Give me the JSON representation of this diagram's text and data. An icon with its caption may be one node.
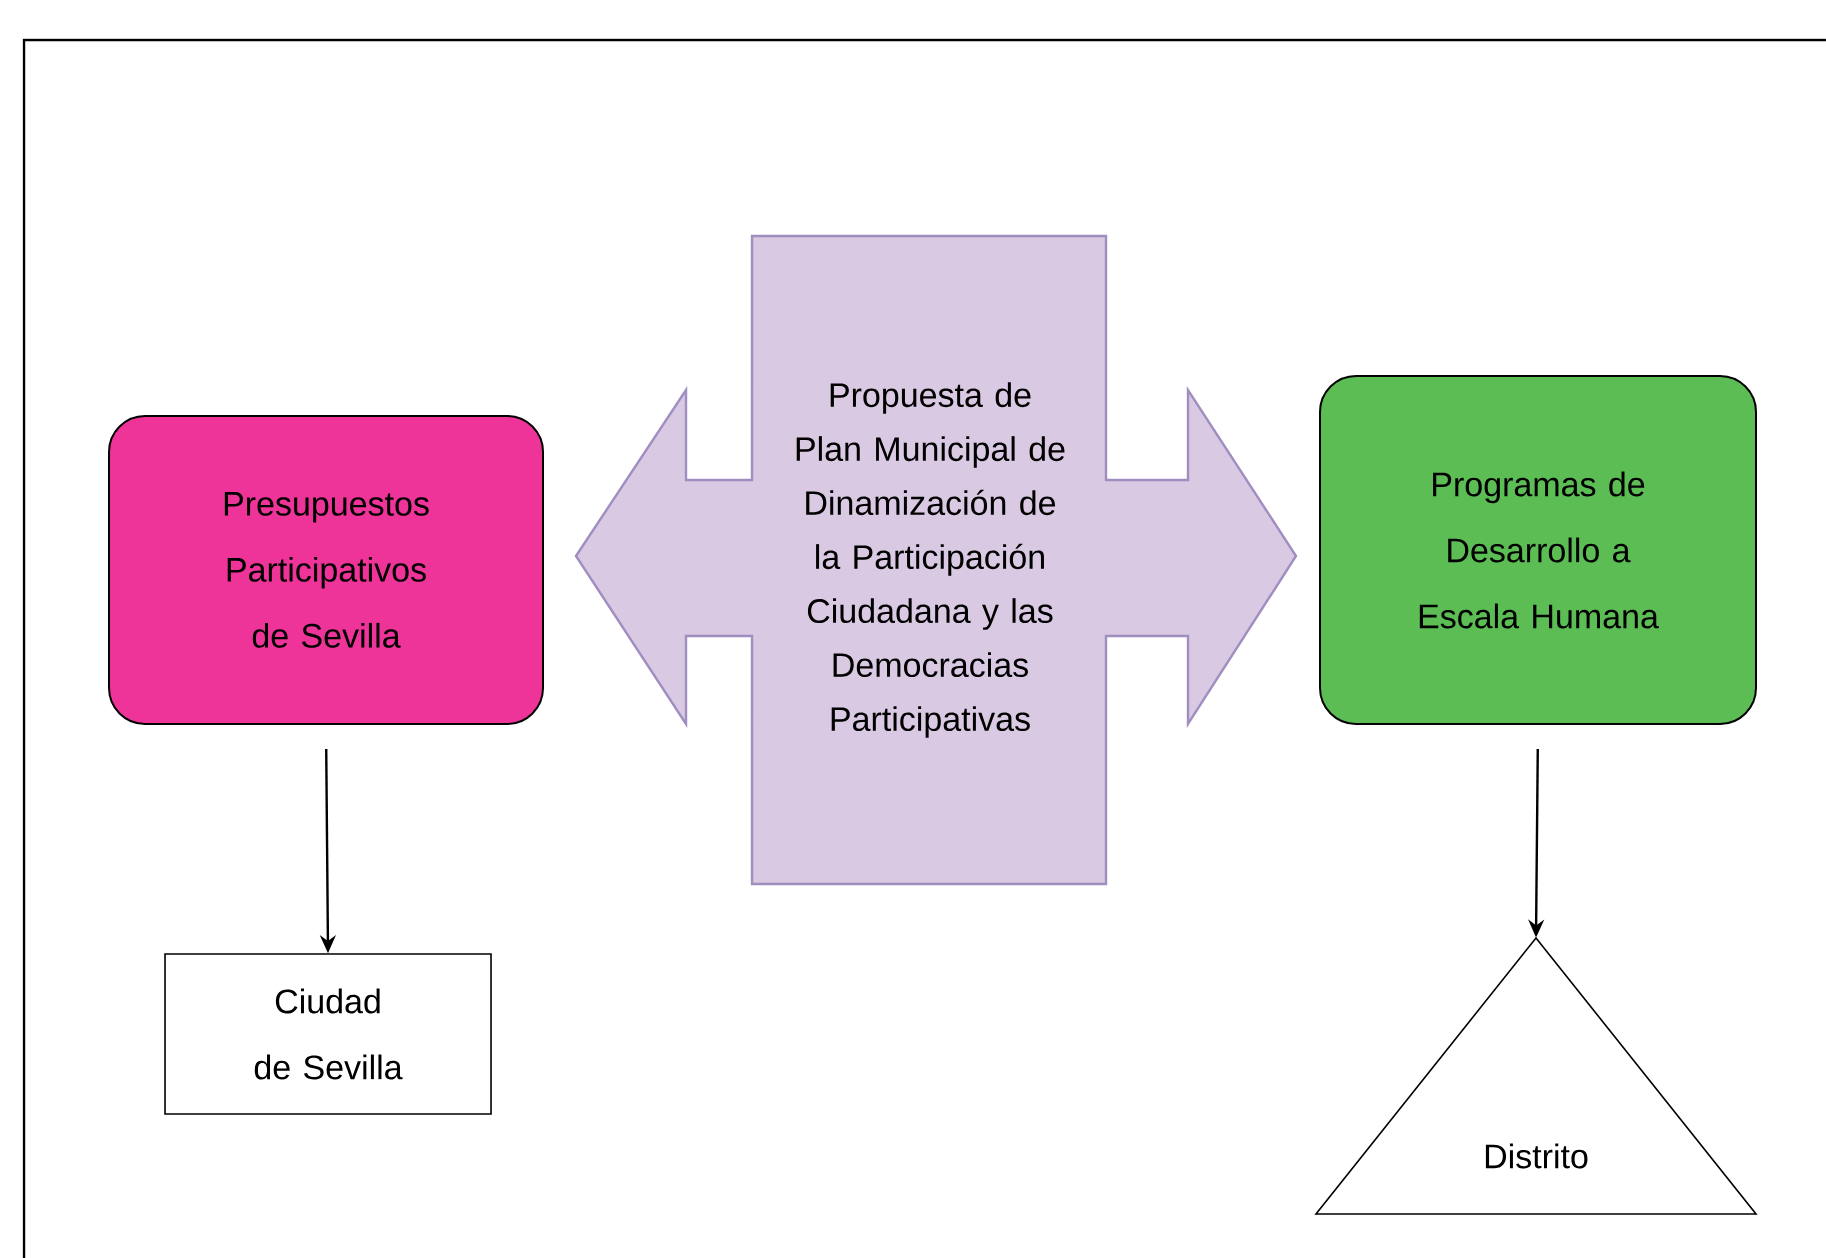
{
  "diagram": {
    "nodes": [
      {
        "text": [
          "Presupuestos Participativos de Sevilla"
        ]
      },
      {
        "text": [
          "Propuesta de Plan Municipal de Dinamización de la Participación Ciudadana y las Democracias Participativas"
        ]
      },
      {
        "text": [
          "Programas de Desarrollo a Escala Humana"
        ]
      },
      {
        "text": [
          "Ciudad de Sevilla"
        ]
      },
      {
        "text": [
          "Distrito"
        ]
      }
    ],
    "edges": [
      {
        "from": 0,
        "to": 3,
        "arrow": "to"
      },
      {
        "from": 2,
        "to": 4,
        "arrow": "to"
      }
    ]
  }
}
